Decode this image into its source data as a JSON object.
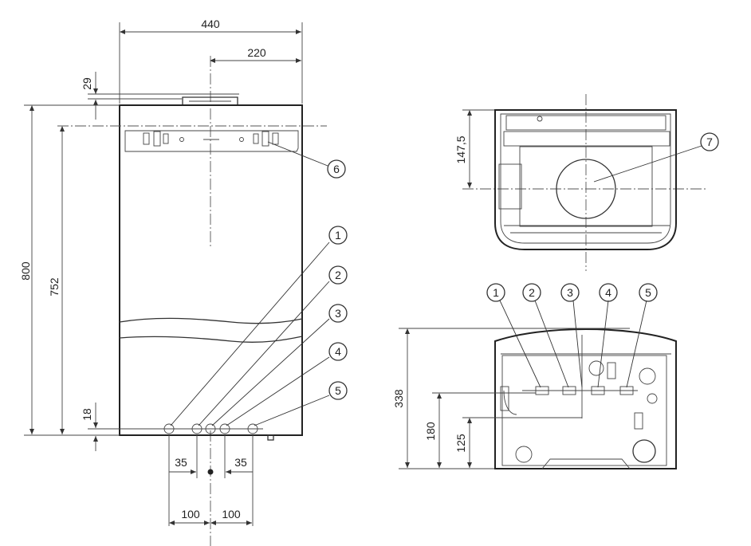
{
  "front": {
    "dims": {
      "width": "440",
      "half_width": "220",
      "top_offset": "29",
      "height": "800",
      "mount_height": "752",
      "bottom_offset": "18",
      "spacing_left": "35",
      "spacing_right": "35",
      "outer_left": "100",
      "outer_right": "100"
    },
    "callouts": [
      "1",
      "2",
      "3",
      "4",
      "5",
      "6"
    ]
  },
  "top_view": {
    "dims": {
      "depth": "147,5"
    },
    "callouts": [
      "7"
    ]
  },
  "bottom_view": {
    "dims": {
      "total": "338",
      "pipe_a": "180",
      "pipe_b": "125"
    },
    "callouts": [
      "1",
      "2",
      "3",
      "4",
      "5"
    ]
  }
}
